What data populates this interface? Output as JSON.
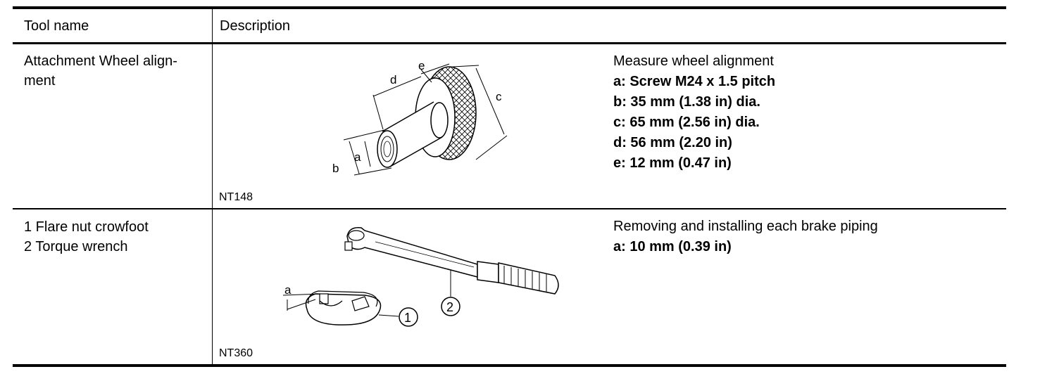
{
  "header": {
    "tool_name": "Tool name",
    "description": "Description"
  },
  "rows": [
    {
      "tool_name": "Attachment Wheel align-\nment",
      "figure_code": "NT148",
      "purpose": "Measure wheel alignment",
      "specs": [
        "a: Screw M24 x 1.5 pitch",
        "b: 35 mm (1.38 in) dia.",
        "c: 65 mm (2.56 in) dia.",
        "d: 56 mm (2.20 in)",
        "e: 12 mm (0.47 in)"
      ],
      "figure_labels": {
        "a": "a",
        "b": "b",
        "c": "c",
        "d": "d",
        "e": "e"
      }
    },
    {
      "tool_name": "1 Flare nut crowfoot\n2 Torque wrench",
      "figure_code": "NT360",
      "purpose": "Removing and installing each brake piping",
      "specs": [
        "a: 10 mm (0.39 in)"
      ],
      "figure_labels": {
        "a": "a",
        "callout_1": "1",
        "callout_2": "2"
      }
    }
  ]
}
